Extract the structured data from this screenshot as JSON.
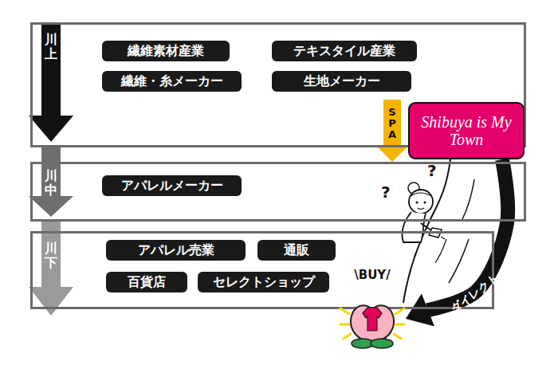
{
  "diagram": {
    "nodes": [
      {
        "text": [
          "川上"
        ]
      },
      {
        "text": [
          "繊維素材産業"
        ],
        "in": 0
      },
      {
        "text": [
          "テキスタイル産業"
        ],
        "in": 0
      },
      {
        "text": [
          "繊維・糸メーカー"
        ],
        "in": 0
      },
      {
        "text": [
          "生地メーカー"
        ],
        "in": 0
      },
      {
        "text": [
          "Shibuya is My Town"
        ]
      },
      {
        "text": [
          "川中"
        ]
      },
      {
        "text": [
          "アパレルメーカー"
        ],
        "in": 6
      },
      {
        "text": [
          "川下"
        ]
      },
      {
        "text": [
          "アパレル売業"
        ],
        "in": 8
      },
      {
        "text": [
          "通販"
        ],
        "in": 8
      },
      {
        "text": [
          "百貨店"
        ],
        "in": 8
      },
      {
        "text": [
          "セレクトショップ"
        ],
        "in": 8
      },
      {
        "text": [
          "\\BUY/"
        ]
      }
    ],
    "edges": [
      {
        "from": 4,
        "to": 6,
        "label": "SPA",
        "arrow": "to"
      },
      {
        "from": 5,
        "to": 13,
        "label": "ダイレクト",
        "arrow": "to"
      }
    ],
    "labels": [
      "?",
      "?"
    ]
  }
}
